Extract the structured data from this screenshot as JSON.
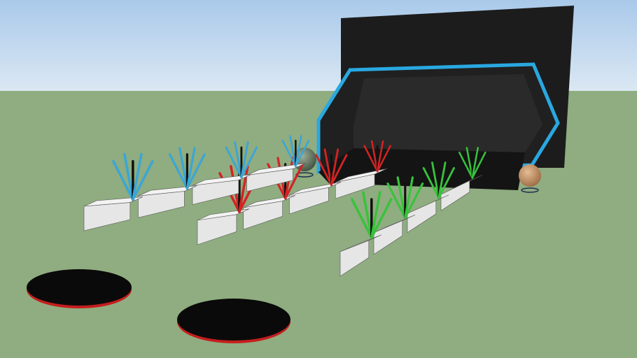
{
  "colors": {
    "sky_top": "#a9c9ea",
    "sky_bottom": "#dbe8f3",
    "ground": "#8fad80",
    "panel": "#1b1b1b",
    "frame_outline": "#29a8e0",
    "block_top": "#f1f1f1",
    "block_side": "#cfcfcf",
    "stick_blue": "#3aa6d6",
    "stick_red": "#d42323",
    "stick_green": "#39c23c",
    "hole": "#0a0a0a",
    "hole_rim": "#c41e1e",
    "sphere_green": "#6d7f6a",
    "sphere_tan": "#c9956a"
  },
  "rows": [
    {
      "color": "stick_blue",
      "start": [
        120,
        330
      ],
      "end": [
        430,
        255
      ]
    },
    {
      "color": "stick_red",
      "start": [
        282,
        350
      ],
      "end": [
        545,
        262
      ]
    },
    {
      "color": "stick_green",
      "start": [
        486,
        395
      ],
      "end": [
        678,
        270
      ]
    }
  ]
}
